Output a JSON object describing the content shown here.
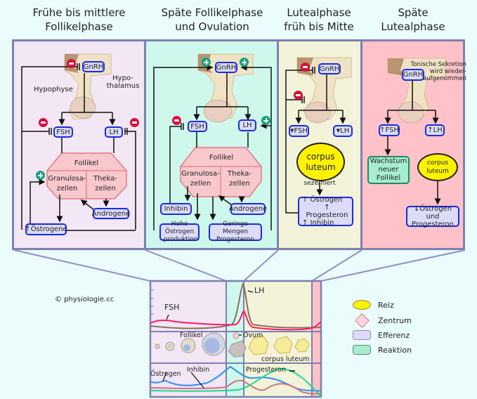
{
  "titles": {
    "phase1": [
      "Frühe bis mittlere",
      "Follikelphase"
    ],
    "phase2": [
      "Späte Follikelphase",
      "und Ovulation"
    ],
    "phase3": [
      "Lutealphase",
      "früh bis Mitte"
    ],
    "phase4": [
      "Späte",
      "Lutealphase"
    ]
  },
  "colors": {
    "phase1_bg": "#f3e6f5",
    "phase2_bg": "#cff8ec",
    "phase3_bg": "#f2f3d8",
    "phase4_bg": "#ffc2c8",
    "panel_border": "#7f7fb0",
    "efferenz_fill": "#dcdcf8",
    "efferenz_border": "#1b2be0",
    "follikel_fill": "#f8c8cc",
    "follikel_border": "#e07a84",
    "reiz": "#fff200",
    "reaktion": "#a8ecd0",
    "fsh_curve": "#ff1a66",
    "lh_curve": "#8a7060",
    "oestrogen_curve": "#2f8ff0",
    "inhibin_curve": "#d0708a",
    "progesteron_curve": "#20d890"
  },
  "panel1": {
    "gnrh": "GnRH",
    "hypothalamus": [
      "Hypo-",
      "thalamus"
    ],
    "hypophyse": "Hypophyse",
    "fsh": "FSH",
    "lh": "LH",
    "follikel": "Follikel",
    "granulosa": [
      "Granulosa-",
      "zellen"
    ],
    "theka": [
      "Theka-",
      "zellen"
    ],
    "androgene": "Androgene",
    "oestrogene": "Östrogene",
    "oestrogene_arrow": "up"
  },
  "panel2": {
    "gnrh": "GnRH",
    "fsh": "FSH",
    "lh": "LH",
    "follikel": "Follikel",
    "granulosa": [
      "Granulosa-",
      "zellen"
    ],
    "theka": [
      "Theka-",
      "zellen"
    ],
    "inhibin": "Inhibin",
    "androgene": "Androgene",
    "hohe_oestrogen": [
      "Hohe Östrogen",
      "-produktion"
    ],
    "geringe_progesteron": [
      "Geringe Mengen",
      "Progesteron"
    ]
  },
  "panel3": {
    "gnrh": "GnRH",
    "fsh": "FSH",
    "lh": "LH",
    "fsh_arrow": "down",
    "lh_arrow": "down",
    "corpus_luteum": [
      "corpus",
      "luteum"
    ],
    "sezerniert": "sezerniert",
    "outputs": [
      "Östrogen",
      "Progesteron",
      "Inhibin"
    ],
    "outputs_arrow": "up"
  },
  "panel4": {
    "gnrh": "GnRH",
    "tonische": [
      "Tonische Sekretion",
      "wird wieder-",
      "aufgenommen"
    ],
    "fsh": "FSH",
    "lh": "LH",
    "fsh_arrow": "up",
    "lh_arrow": "up",
    "wachstum": [
      "Wachstum",
      "neuer",
      "Follikel"
    ],
    "corpus_luteum": [
      "corpus",
      "luteum"
    ],
    "output": [
      "Östrogen und",
      "Progesteron"
    ],
    "output_arrow": "down"
  },
  "copyright": "© physiologie.cc",
  "cycle_chart": {
    "labels": {
      "fsh": "FSH",
      "lh": "LH",
      "follikel": "Follikel",
      "ovum": "Ovum",
      "corpus_luteum": "corpus luteum",
      "oestrogen": "Östrogen",
      "inhibin": "Inhibin",
      "progesteron": "Progesteron"
    }
  },
  "legend": [
    {
      "label": "Reiz",
      "shape": "ellipse",
      "color": "#fff200"
    },
    {
      "label": "Zentrum",
      "shape": "diamond",
      "color": "#fcd6da"
    },
    {
      "label": "Efferenz",
      "shape": "rounded-rect",
      "color": "#dcdcf8"
    },
    {
      "label": "Reaktion",
      "shape": "rounded-rect",
      "color": "#a8ecd0"
    }
  ]
}
